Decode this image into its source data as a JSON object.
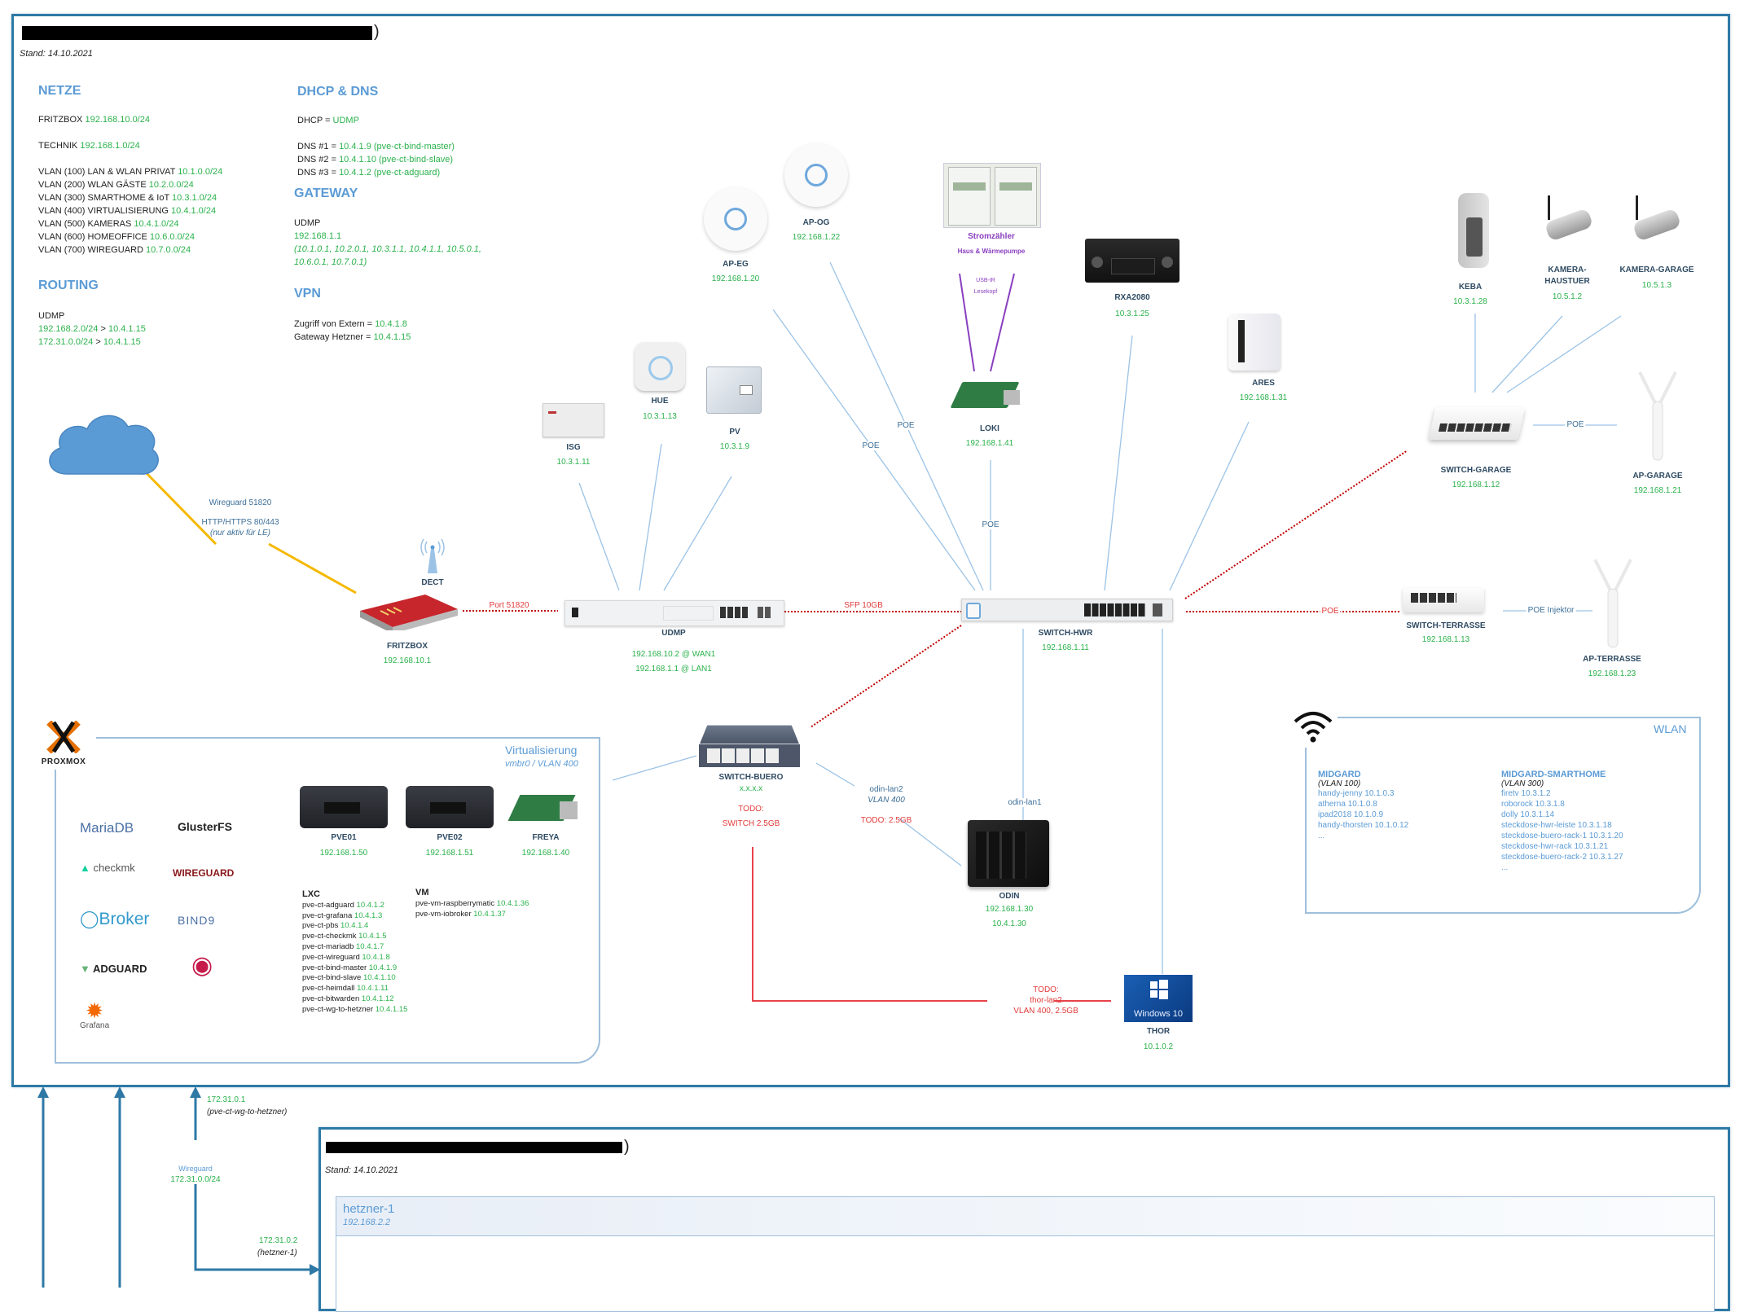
{
  "main": {
    "title_visible_suffix": ")",
    "stand": "Stand: 14.10.2021"
  },
  "netze": {
    "heading": "NETZE",
    "rows": [
      {
        "label": "FRITZBOX",
        "value": "192.168.10.0/24"
      },
      {
        "label": "TECHNIK",
        "value": "192.168.1.0/24"
      },
      {
        "label": "VLAN (100) LAN & WLAN PRIVAT",
        "value": "10.1.0.0/24"
      },
      {
        "label": "VLAN (200) WLAN GÄSTE",
        "value": "10.2.0.0/24"
      },
      {
        "label": "VLAN (300) SMARTHOME & IoT",
        "value": "10.3.1.0/24"
      },
      {
        "label": "VLAN (400) VIRTUALISIERUNG",
        "value": "10.4.1.0/24"
      },
      {
        "label": "VLAN (500) KAMERAS",
        "value": "10.4.1.0/24"
      },
      {
        "label": "VLAN (600) HOMEOFFICE",
        "value": "10.6.0.0/24"
      },
      {
        "label": "VLAN (700) WIREGUARD",
        "value": "10.7.0.0/24"
      }
    ]
  },
  "routing": {
    "heading": "ROUTING",
    "device": "UDMP",
    "routes": [
      {
        "from": "192.168.2.0/24",
        "sep": " > ",
        "to": "10.4.1.15"
      },
      {
        "from": "172.31.0.0/24",
        "sep": " > ",
        "to": "10.4.1.15"
      }
    ]
  },
  "dhcp_dns": {
    "heading": "DHCP & DNS",
    "dhcp_label": "DHCP = ",
    "dhcp_value": "UDMP",
    "dns": [
      {
        "label": "DNS #1 = ",
        "value": "10.4.1.9 (pve-ct-bind-master)"
      },
      {
        "label": "DNS #2 = ",
        "value": "10.4.1.10 (pve-ct-bind-slave)"
      },
      {
        "label": "DNS #3 = ",
        "value": "10.4.1.2 (pve-ct-adguard)"
      }
    ]
  },
  "gateway": {
    "heading": "GATEWAY",
    "device": "UDMP",
    "ip": "192.168.1.1",
    "vlan_ips_line1": "(10.1.0.1, 10.2.0.1, 10.3.1.1, 10.4.1.1, 10.5.0.1,",
    "vlan_ips_line2": "10.6.0.1, 10.7.0.1)"
  },
  "vpn": {
    "heading": "VPN",
    "rows": [
      {
        "label": "Zugriff von Extern = ",
        "value": "10.4.1.8"
      },
      {
        "label": "Gateway Hetzner = ",
        "value": "10.4.1.15"
      }
    ]
  },
  "internet_link": {
    "line1": "Wireguard 51820",
    "line2": "HTTP/HTTPS 80/443",
    "line3": "(nur aktiv für LE)"
  },
  "devices": {
    "fritzbox": {
      "name": "FRITZBOX",
      "ip": "192.168.10.1"
    },
    "dect": {
      "name": "DECT"
    },
    "udmp": {
      "name": "UDMP",
      "ip1": "192.168.10.2 @ WAN1",
      "ip2": "192.168.1.1 @ LAN1"
    },
    "switch_hwr": {
      "name": "SWITCH-HWR",
      "ip": "192.168.1.11"
    },
    "isg": {
      "name": "ISG",
      "ip": "10.3.1.11"
    },
    "hue": {
      "name": "HUE",
      "ip": "10.3.1.13"
    },
    "pv": {
      "name": "PV",
      "ip": "10.3.1.9"
    },
    "ap_eg": {
      "name": "AP-EG",
      "ip": "192.168.1.20"
    },
    "ap_og": {
      "name": "AP-OG",
      "ip": "192.168.1.22"
    },
    "stromzaehler": {
      "name": "Stromzähler",
      "sub": "Haus & Wärmepumpe",
      "link1": "USB-IR",
      "link2": "Lesekopf"
    },
    "loki": {
      "name": "LOKI",
      "ip": "192.168.1.41"
    },
    "rxa2080": {
      "name": "RXA2080",
      "ip": "10.3.1.25"
    },
    "ares": {
      "name": "ARES",
      "ip": "192.168.1.31"
    },
    "keba": {
      "name": "KEBA",
      "ip": "10.3.1.28"
    },
    "kamera_haustuer": {
      "name1": "KAMERA-",
      "name2": "HAUSTUER",
      "ip": "10.5.1.2"
    },
    "kamera_garage": {
      "name": "KAMERA-GARAGE",
      "ip": "10.5.1.3"
    },
    "switch_garage": {
      "name": "SWITCH-GARAGE",
      "ip": "192.168.1.12"
    },
    "ap_garage": {
      "name": "AP-GARAGE",
      "ip": "192.168.1.21"
    },
    "switch_terrasse": {
      "name": "SWITCH-TERRASSE",
      "ip": "192.168.1.13"
    },
    "ap_terrasse": {
      "name": "AP-TERRASSE",
      "ip": "192.168.1.23"
    },
    "switch_buero": {
      "name": "SWITCH-BUERO",
      "ip": "x.x.x.x",
      "todo1": "TODO:",
      "todo2": "SWITCH 2.5GB"
    },
    "odin": {
      "name": "ODIN",
      "ip1": "192.168.1.30",
      "ip2": "10.4.1.30"
    },
    "thor": {
      "name": "THOR",
      "ip": "10.1.0.2",
      "os": "Windows 10"
    }
  },
  "links": {
    "port51820": "Port 51820",
    "sfp10gb": "SFP 10GB",
    "poe": "POE",
    "poe_injektor": "POE Injektor",
    "odin_lan2": "odin-lan2",
    "vlan400": "VLAN 400",
    "todo_25gb": "TODO: 2.5GB",
    "odin_lan1": "odin-lan1",
    "thor_todo1": "TODO:",
    "thor_todo2": "thor-lan2",
    "thor_todo3": "VLAN 400, 2.5GB"
  },
  "wlan": {
    "title": "WLAN",
    "networks": [
      {
        "name": "MIDGARD",
        "vlan": "(VLAN 100)",
        "clients": [
          "handy-jenny 10.1.0.3",
          "atherna 10.1.0.8",
          "ipad2018 10.1.0.9",
          "handy-thorsten 10.1.0.12",
          "..."
        ]
      },
      {
        "name": "MIDGARD-SMARTHOME",
        "vlan": "(VLAN 300)",
        "clients": [
          "firetv 10.3.1.2",
          "roborock 10.3.1.8",
          "dolly 10.3.1.14",
          "steckdose-hwr-leiste 10.3.1.18",
          "steckdose-buero-rack-1 10.3.1.20",
          "steckdose-hwr-rack 10.3.1.21",
          "steckdose-buero-rack-2  10.3.1.27",
          "..."
        ]
      }
    ]
  },
  "virtualisierung": {
    "title": "Virtualisierung",
    "subtitle": "vmbr0 / VLAN 400",
    "proxmox_label": "PROXMOX",
    "logos": [
      "MariaDB",
      "GlusterFS",
      "checkmk",
      "WIREGUARD",
      "Broker",
      "BIND9",
      "ADGUARD",
      "RaspberryMatic",
      "Grafana"
    ],
    "hosts": [
      {
        "name": "PVE01",
        "ip": "192.168.1.50"
      },
      {
        "name": "PVE02",
        "ip": "192.168.1.51"
      },
      {
        "name": "FREYA",
        "ip": "192.168.1.40"
      }
    ],
    "lxc_heading": "LXC",
    "lxc": [
      {
        "name": "pve-ct-adguard",
        "ip": "10.4.1.2"
      },
      {
        "name": "pve-ct-grafana",
        "ip": "10.4.1.3"
      },
      {
        "name": "pve-ct-pbs",
        "ip": "10.4.1.4"
      },
      {
        "name": "pve-ct-checkmk",
        "ip": "10.4.1.5"
      },
      {
        "name": "pve-ct-mariadb",
        "ip": "10.4.1.7"
      },
      {
        "name": "pve-ct-wireguard",
        "ip": "10.4.1.8"
      },
      {
        "name": "pve-ct-bind-master",
        "ip": "10.4.1.9"
      },
      {
        "name": "pve-ct-bind-slave",
        "ip": "10.4.1.10"
      },
      {
        "name": "pve-ct-heimdall",
        "ip": "10.4.1.11"
      },
      {
        "name": "pve-ct-bitwarden",
        "ip": "10.4.1.12"
      },
      {
        "name": "pve-ct-wg-to-hetzner",
        "ip": "10.4.1.15"
      }
    ],
    "vm_heading": "VM",
    "vm": [
      {
        "name": "pve-vm-raspberrymatic",
        "ip": "10.4.1.36"
      },
      {
        "name": "pve-vm-iobroker",
        "ip": "10.4.1.37"
      }
    ]
  },
  "hetzner_link": {
    "top_ip": "172.31.0.1",
    "top_host": "(pve-ct-wg-to-hetzner)",
    "mid_label": "Wireguard",
    "mid_net": "172.31.0.0/24",
    "bottom_ip": "172.31.0.2",
    "bottom_host": "(hetzner-1)"
  },
  "hetzner": {
    "title_visible_suffix": ")",
    "stand": "Stand: 14.10.2021",
    "server_name": "hetzner-1",
    "server_ip": "192.168.2.2"
  },
  "colors": {
    "frame": "#2e79a6",
    "heading": "#5b9bd5",
    "ip_green": "#2bb24c",
    "link_blue": "#9cc3e6",
    "red_dotted": "#c00000",
    "internet_yellow": "#f5b800",
    "purple": "#8a3fbf"
  }
}
